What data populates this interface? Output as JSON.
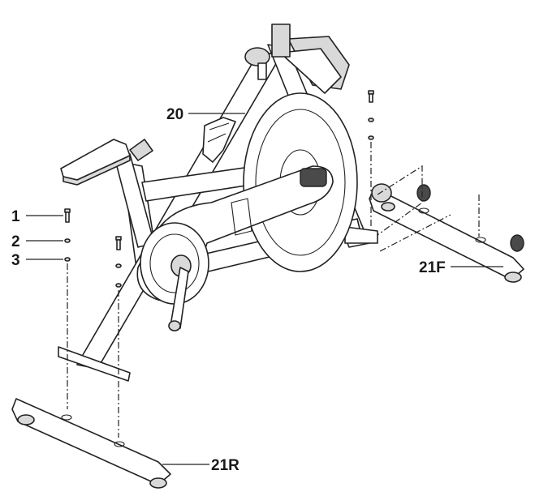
{
  "callouts": {
    "label_1": "1",
    "label_2": "2",
    "label_3": "3",
    "label_20": "20",
    "label_21F": "21F",
    "label_21R": "21R"
  },
  "colors": {
    "line": "#222222",
    "fill_light": "#ffffff",
    "fill_grey": "#d9d9d9",
    "fill_dark": "#4a4a4a"
  }
}
